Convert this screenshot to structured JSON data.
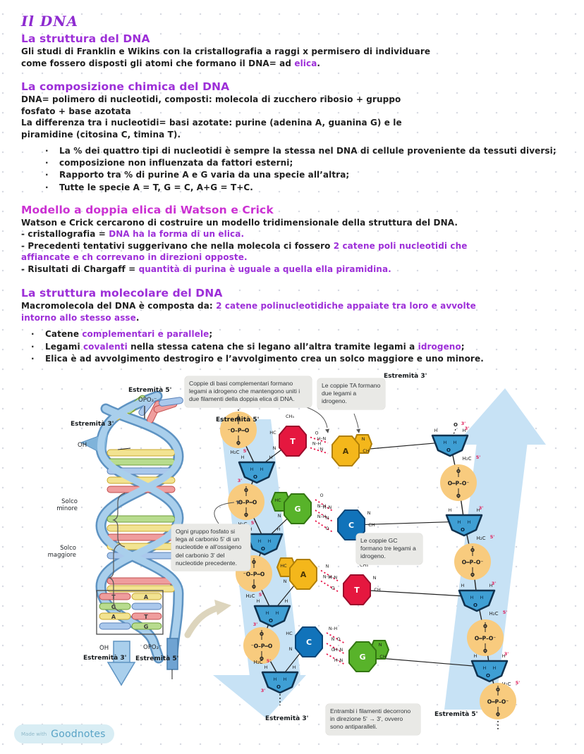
{
  "page": {
    "title": "Il DNA"
  },
  "bullet_glyph": "·",
  "colors": {
    "purple": "#9d2fd8",
    "magenta": "#cb31d3",
    "body": "#1f1f1f",
    "band_blue": "#c7e2f5",
    "phosphate": "#f8cb7e",
    "sugar": "#3f9fd4",
    "bond_red": "#e8174b",
    "callout_bg": "#e9e9e6",
    "base_A": "#f4b71b",
    "base_T": "#e5173f",
    "base_G": "#58b32a",
    "base_C": "#1173ba"
  },
  "sections": [
    {
      "heading": "La struttura del DNA",
      "style": "purple",
      "paragraphs": [
        [
          [
            "k",
            "Gli studi di Franklin e Wikins con la cristallografia a raggi x permisero di individuare\ncome fossero disposti gli atomi che formano il DNA= ad "
          ],
          [
            "p",
            "elica"
          ],
          [
            "k",
            "."
          ]
        ]
      ]
    },
    {
      "heading": "La composizione chimica del DNA",
      "style": "purple",
      "paragraphs": [
        [
          [
            "k",
            "DNA= polimero di nucleotidi, composti: molecola di zucchero ribosio + gruppo\nfosfato + base azotata"
          ]
        ],
        [
          [
            "k",
            "La differenza tra i nucleotidi= basi azotate: purine (adenina A, guanina G) e le\npiramidine (citosina C, timina T)."
          ]
        ]
      ],
      "bullets": [
        [
          [
            "k",
            "La % dei quattro tipi di nucleotidi è sempre la stessa nel DNA di cellule proveniente da tessuti diversi;"
          ]
        ],
        [
          [
            "k",
            "composizione non influenzata da fattori esterni;"
          ]
        ],
        [
          [
            "k",
            "Rapporto tra % di purine A e G varia da una specie all’altra;"
          ]
        ],
        [
          [
            "k",
            "Tutte le specie A = T, G = C, A+G = T+C."
          ]
        ]
      ],
      "bullet_indent": "wide"
    },
    {
      "heading": "Modello a doppia elica di Watson e Crick",
      "style": "magenta",
      "paragraphs": [
        [
          [
            "k",
            "Watson e Crick cercarono di costruire un modello tridimensionale della struttura del DNA."
          ]
        ],
        [
          [
            "k",
            "- cristallografia = "
          ],
          [
            "p",
            "DNA ha la forma di un elica."
          ]
        ],
        [
          [
            "k",
            "- Precedenti tentativi suggerivano che nella molecola ci fossero "
          ],
          [
            "p",
            "2 catene poli nucleotidi che\naffiancate e ch correvano in direzioni opposte."
          ]
        ],
        [
          [
            "k",
            "- Risultati di Chargaff = "
          ],
          [
            "p",
            "quantità di purina è uguale a quella ella piramidina."
          ]
        ]
      ]
    },
    {
      "heading": "La struttura molecolare del DNA",
      "style": "purple",
      "paragraphs": [
        [
          [
            "k",
            "Macromolecola del DNA è composta da: "
          ],
          [
            "p",
            "2 catene polinucleotidiche appaiate tra loro e avvolte\nintorno allo stesso asse"
          ],
          [
            "k",
            "."
          ]
        ]
      ],
      "bullets": [
        [
          [
            "k",
            "Catene "
          ],
          [
            "p",
            "complementari e parallele"
          ],
          [
            "k",
            ";"
          ]
        ],
        [
          [
            "k",
            "Legami "
          ],
          [
            "p",
            "covalenti"
          ],
          [
            "k",
            " nella stessa catena che si legano all’altra tramite legami a "
          ],
          [
            "p",
            "idrogeno"
          ],
          [
            "k",
            ";"
          ]
        ],
        [
          [
            "k",
            "Elica è ad avvolgimento destrogiro e l’avvolgimento crea un solco maggiore e uno minore."
          ]
        ]
      ],
      "bullet_indent": "narrow"
    }
  ],
  "diagram": {
    "helix": {
      "est5_top": "Estremità 5'",
      "opo3_top": "OPO₃⁻",
      "est3_top": "Estremità 3'",
      "oh_top": "OH",
      "solco_minore": "Solco\nminore",
      "solco_maggiore": "Solco\nmaggiore",
      "oh_bottom": "OH",
      "est3_bottom": "Estremità 3'",
      "opo3_bottom": "OPO₃⁻",
      "est5_bottom": "Estremità 5'",
      "box_rows": [
        {
          "l": "T",
          "lc": "red",
          "r": "A",
          "rc": "yellow"
        },
        {
          "l": "G",
          "lc": "green",
          "r": "",
          "rc": "blue"
        },
        {
          "l": "A",
          "lc": "yellow",
          "r": "T",
          "rc": "red"
        },
        {
          "l": "",
          "lc": "blue",
          "r": "G",
          "rc": "green"
        }
      ]
    },
    "molecular": {
      "callouts": {
        "pairs": "Coppie di basi complementari formano legami a idrogeno che mantengono uniti i due filamenti della doppia elica di DNA.",
        "ta": "Le coppie TA formano due legami a idrogeno.",
        "phosphate": "Ogni gruppo fosfato si lega al carbonio 5' di un nucleotide e all'ossigeno del carbonio 3' del nucleotide precedente.",
        "gc": "Le coppie GC formano tre legami a idrogeno.",
        "antiparallel": "Entrambi i filamenti decorrono in direzione 5' → 3', ovvero sono antiparalleli."
      },
      "labels": {
        "est5_top": "Estremità 5'",
        "est3_top": "Estremità 3'",
        "est3_bottom": "Estremità 3'",
        "est5_bottom": "Estremità 5'"
      },
      "atoms": {
        "phosL": "⁻O–P═O",
        "phosR": "O═P–O⁻",
        "o": "O",
        "h": "H",
        "n": "N",
        "hc": "HC",
        "ch": "CH",
        "ch3": "CH₃",
        "h2c": "H₂C",
        "p5": "5'",
        "p3": "3'"
      },
      "base_pairs": [
        {
          "left": "T",
          "right": "A",
          "bonds": 2,
          "ch3": "left",
          "bond_labels": [
            {
              "l": "O",
              "r": "H–N"
            },
            {
              "l": "N–H",
              "r": "N"
            }
          ]
        },
        {
          "left": "G",
          "right": "C",
          "bonds": 3,
          "ch3": "",
          "bond_labels": [
            {
              "l": "O",
              "r": "H–N"
            },
            {
              "l": "N–H",
              "r": "N"
            },
            {
              "l": "N–H",
              "r": "O"
            }
          ]
        },
        {
          "left": "A",
          "right": "T",
          "bonds": 2,
          "ch3": "right",
          "bond_labels": [
            {
              "l": "N",
              "r": "H–N"
            },
            {
              "l": "N–H",
              "r": "O"
            }
          ]
        },
        {
          "left": "C",
          "right": "G",
          "bonds": 3,
          "ch3": "",
          "bond_labels": [
            {
              "l": "N–H",
              "r": "O"
            },
            {
              "l": "N",
              "r": "H–N"
            },
            {
              "l": "O",
              "r": "H–N"
            }
          ]
        }
      ]
    }
  },
  "watermark": {
    "prefix": "Made with",
    "brand": "Goodnotes"
  }
}
